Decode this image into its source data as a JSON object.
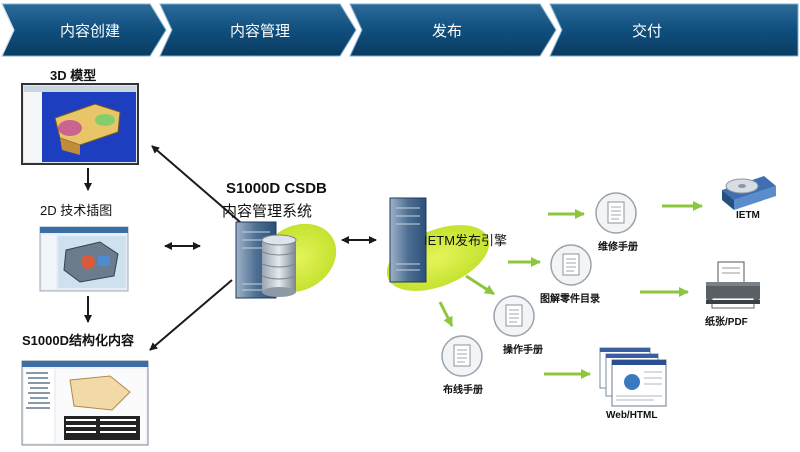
{
  "stages": [
    "内容创建",
    "内容管理",
    "发布",
    "交付"
  ],
  "inputs": {
    "model_3d": "3D 模型",
    "illustration_2d": "2D 技术插图",
    "structured": "S1000D结构化内容"
  },
  "csdb": {
    "line1": "S1000D CSDB",
    "line2": "内容管理系统"
  },
  "engine": "IETM发布引擎",
  "manuals": {
    "maintenance": "维修手册",
    "ipc": "图解零件目录",
    "operation": "操作手册",
    "wiring": "布线手册"
  },
  "outputs": {
    "ietm": "IETM",
    "paper": "纸张/PDF",
    "web": "Web/HTML"
  },
  "colors": {
    "banner": "#0f4f7e",
    "banner_edge": "#7fb0cf",
    "arrow_green": "#8cc63f",
    "blob_green": "#d4ec3a",
    "server": "#2b4f78",
    "black_arrow": "#1a1a1a"
  }
}
